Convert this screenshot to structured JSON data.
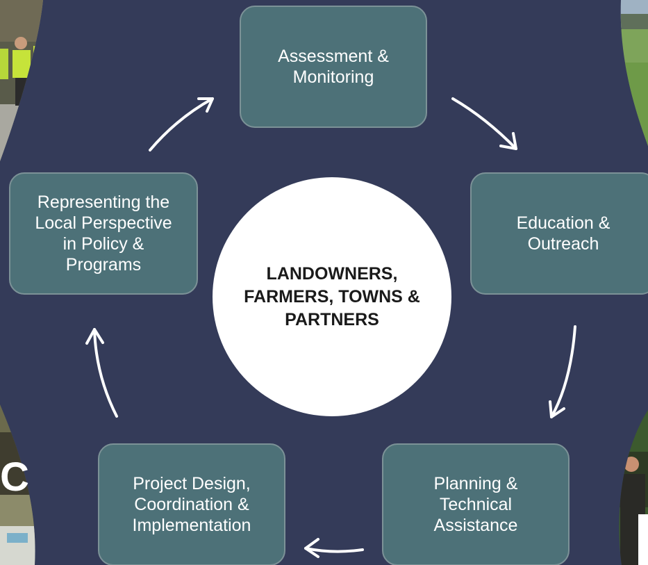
{
  "hub": {
    "text": "LANDOWNERS, FARMERS, TOWNS & PARTNERS"
  },
  "steps": [
    {
      "lines": [
        "Assessment &",
        "Monitoring"
      ]
    },
    {
      "lines": [
        "Education &",
        "Outreach"
      ]
    },
    {
      "lines": [
        "Planning &",
        "Technical",
        "Assistance"
      ]
    },
    {
      "lines": [
        "Project Design,",
        "Coordination &",
        "Implementation"
      ]
    },
    {
      "lines": [
        "Representing the",
        "Local Perspective",
        "in Policy &",
        "Programs"
      ]
    }
  ],
  "photo_fragment_text": "C",
  "colors": {
    "background": "#343b59",
    "box_fill": "#4d7178",
    "box_border": "#7c9297",
    "hub_fill": "#ffffff",
    "arrow": "#ffffff"
  }
}
